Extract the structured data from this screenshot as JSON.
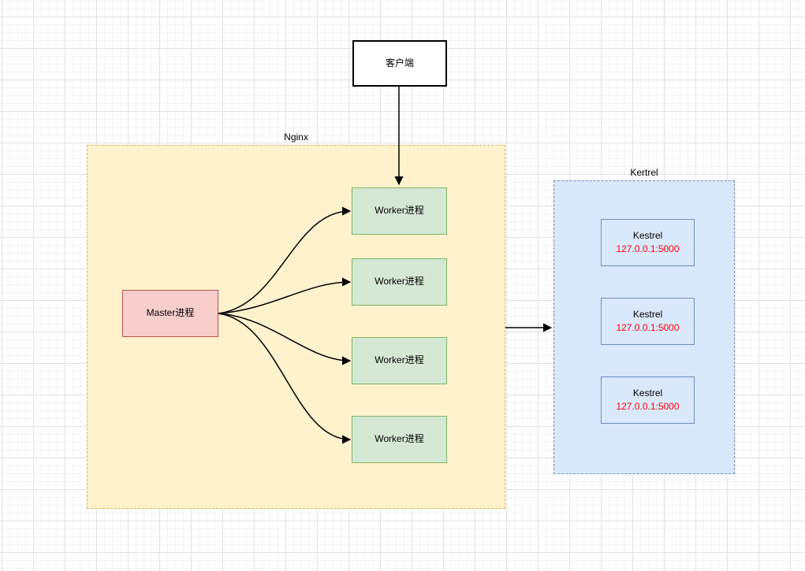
{
  "client": {
    "label": "客户端"
  },
  "nginx": {
    "label": "Nginx",
    "master": {
      "label": "Master进程"
    },
    "workers": [
      {
        "label": "Worker进程"
      },
      {
        "label": "Worker进程"
      },
      {
        "label": "Worker进程"
      },
      {
        "label": "Worker进程"
      }
    ]
  },
  "kertrel": {
    "label": "Kertrel",
    "nodes": [
      {
        "name": "Kestrel",
        "address": "127.0.0.1:5000"
      },
      {
        "name": "Kestrel",
        "address": "127.0.0.1:5000"
      },
      {
        "name": "Kestrel",
        "address": "127.0.0.1:5000"
      }
    ]
  },
  "colors": {
    "nginx_container_fill": "#FFF2CC",
    "nginx_container_border": "#D6B656",
    "worker_fill": "#D5E8D4",
    "worker_border": "#82B366",
    "master_fill": "#F8CECC",
    "master_border": "#B85450",
    "kestrel_fill": "#DAE8FC",
    "kestrel_border": "#6C8EBF",
    "client_border": "#000000",
    "address_text": "#FF0000",
    "arrow": "#000000"
  }
}
